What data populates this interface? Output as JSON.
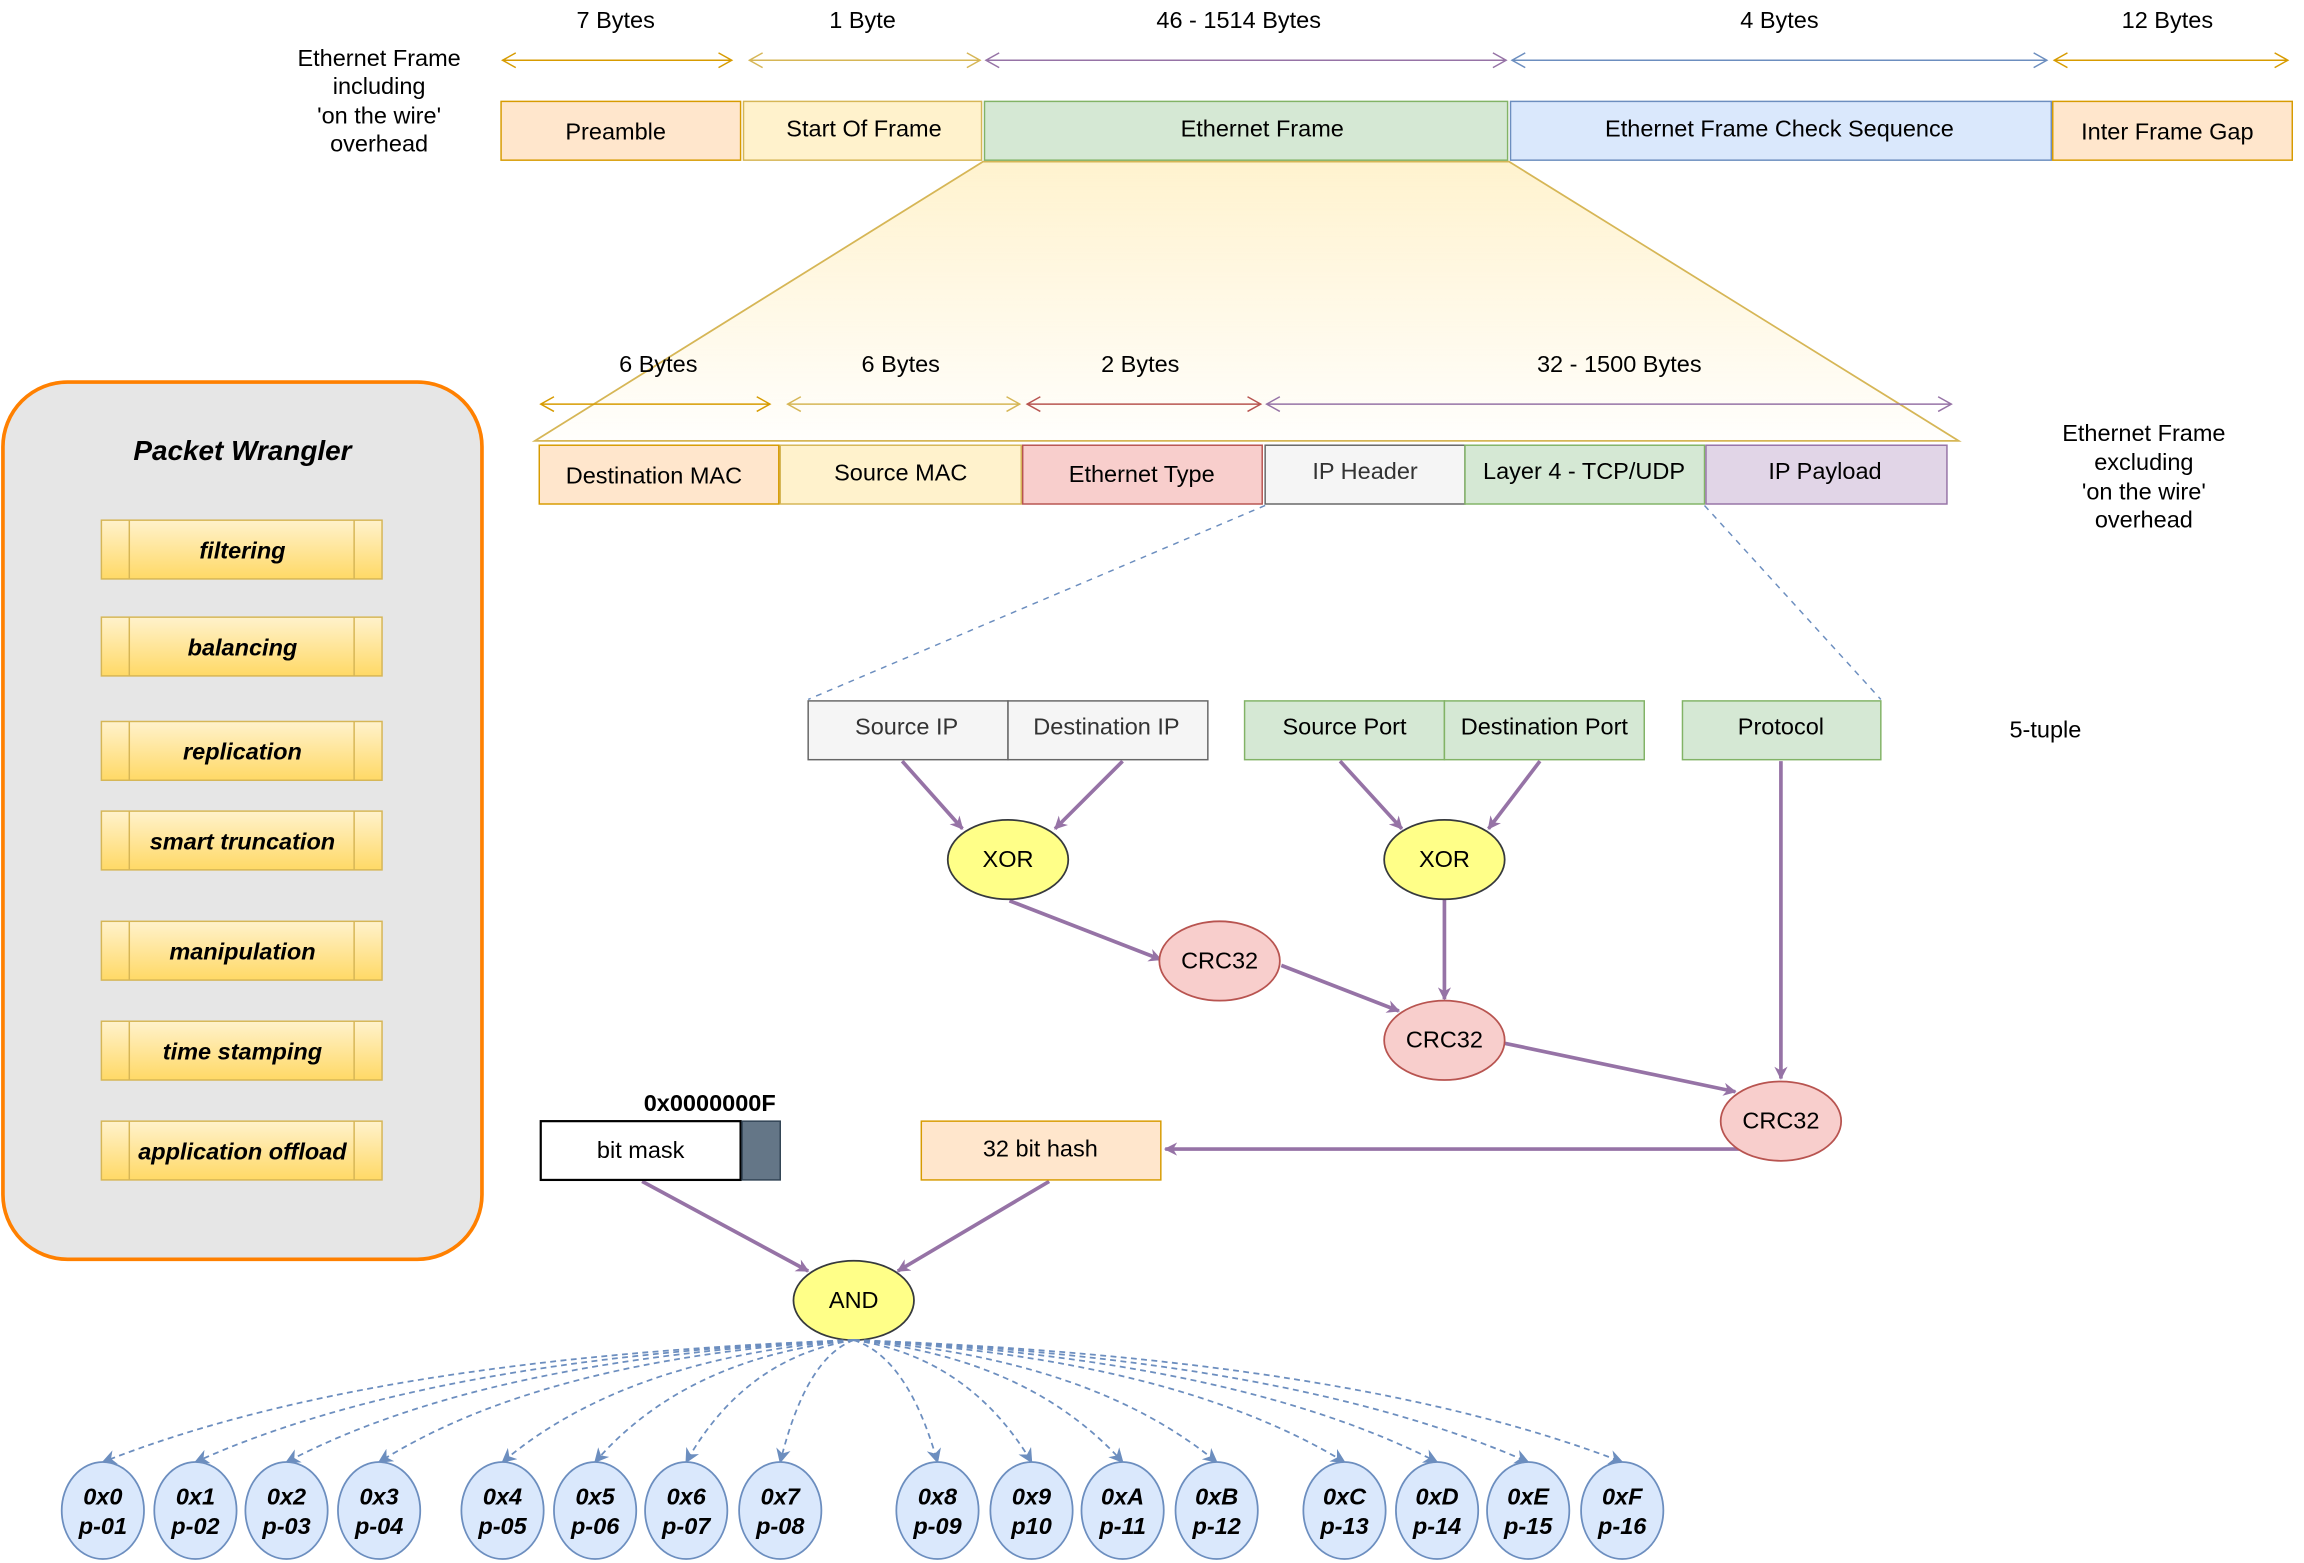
{
  "colors": {
    "orange_fill": "#ffe6cc",
    "orange_stroke": "#d79b00",
    "yellow_fill": "#fff2cc",
    "yellow_stroke": "#d6b656",
    "green_fill": "#d5e8d4",
    "green_stroke": "#82b366",
    "blue_fill": "#dae8fc",
    "blue_stroke": "#6c8ebf",
    "red_fill": "#f8cecc",
    "red_stroke": "#b85450",
    "purple_fill": "#e1d5e7",
    "purple_stroke": "#9673a6",
    "grey_fill": "#f5f5f5",
    "grey_stroke": "#666666",
    "gate_fill": "#ffff88",
    "arrow": "#9673a6",
    "wrangler_fill": "#e6e6e6",
    "wrangler_stroke": "#ff8000",
    "mask_dark": "#647687"
  },
  "wire_frame": {
    "caption": [
      "Ethernet Frame",
      "including",
      "'on the wire'",
      "overhead"
    ],
    "fields": [
      {
        "label": "Preamble",
        "size": "7 Bytes"
      },
      {
        "label": "Start Of Frame",
        "size": "1 Byte"
      },
      {
        "label": "Ethernet Frame",
        "size": "46 - 1514 Bytes"
      },
      {
        "label": "Ethernet Frame Check Sequence",
        "size": "4 Bytes"
      },
      {
        "label": "Inter Frame Gap",
        "size": "12 Bytes"
      }
    ]
  },
  "eth_frame": {
    "caption": [
      "Ethernet Frame",
      "excluding",
      "'on the wire'",
      "overhead"
    ],
    "sizes": [
      "6 Bytes",
      "6 Bytes",
      "2 Bytes",
      "32 - 1500 Bytes"
    ],
    "fields": [
      "Destination MAC",
      "Source MAC",
      "Ethernet Type",
      "IP Header",
      "Layer 4 - TCP/UDP",
      "IP Payload"
    ]
  },
  "tuple": {
    "label": "5-tuple",
    "source_ip": "Source IP",
    "destination_ip": "Destination IP",
    "source_port": "Source Port",
    "destination_port": "Destination Port",
    "protocol": "Protocol"
  },
  "ops": {
    "xor": "XOR",
    "crc": "CRC32",
    "and": "AND",
    "hash": "32 bit hash",
    "mask": "bit mask",
    "mask_value": "0x0000000F"
  },
  "wrangler": {
    "title": "Packet Wrangler",
    "items": [
      "filtering",
      "balancing",
      "replication",
      "smart truncation",
      "manipulation",
      "time stamping",
      "application offload"
    ]
  },
  "buckets": [
    {
      "hex": "0x0",
      "port": "p-01"
    },
    {
      "hex": "0x1",
      "port": "p-02"
    },
    {
      "hex": "0x2",
      "port": "p-03"
    },
    {
      "hex": "0x3",
      "port": "p-04"
    },
    {
      "hex": "0x4",
      "port": "p-05"
    },
    {
      "hex": "0x5",
      "port": "p-06"
    },
    {
      "hex": "0x6",
      "port": "p-07"
    },
    {
      "hex": "0x7",
      "port": "p-08"
    },
    {
      "hex": "0x8",
      "port": "p-09"
    },
    {
      "hex": "0x9",
      "port": "p10"
    },
    {
      "hex": "0xA",
      "port": "p-11"
    },
    {
      "hex": "0xB",
      "port": "p-12"
    },
    {
      "hex": "0xC",
      "port": "p-13"
    },
    {
      "hex": "0xD",
      "port": "p-14"
    },
    {
      "hex": "0xE",
      "port": "p-15"
    },
    {
      "hex": "0xF",
      "port": "p-16"
    }
  ]
}
